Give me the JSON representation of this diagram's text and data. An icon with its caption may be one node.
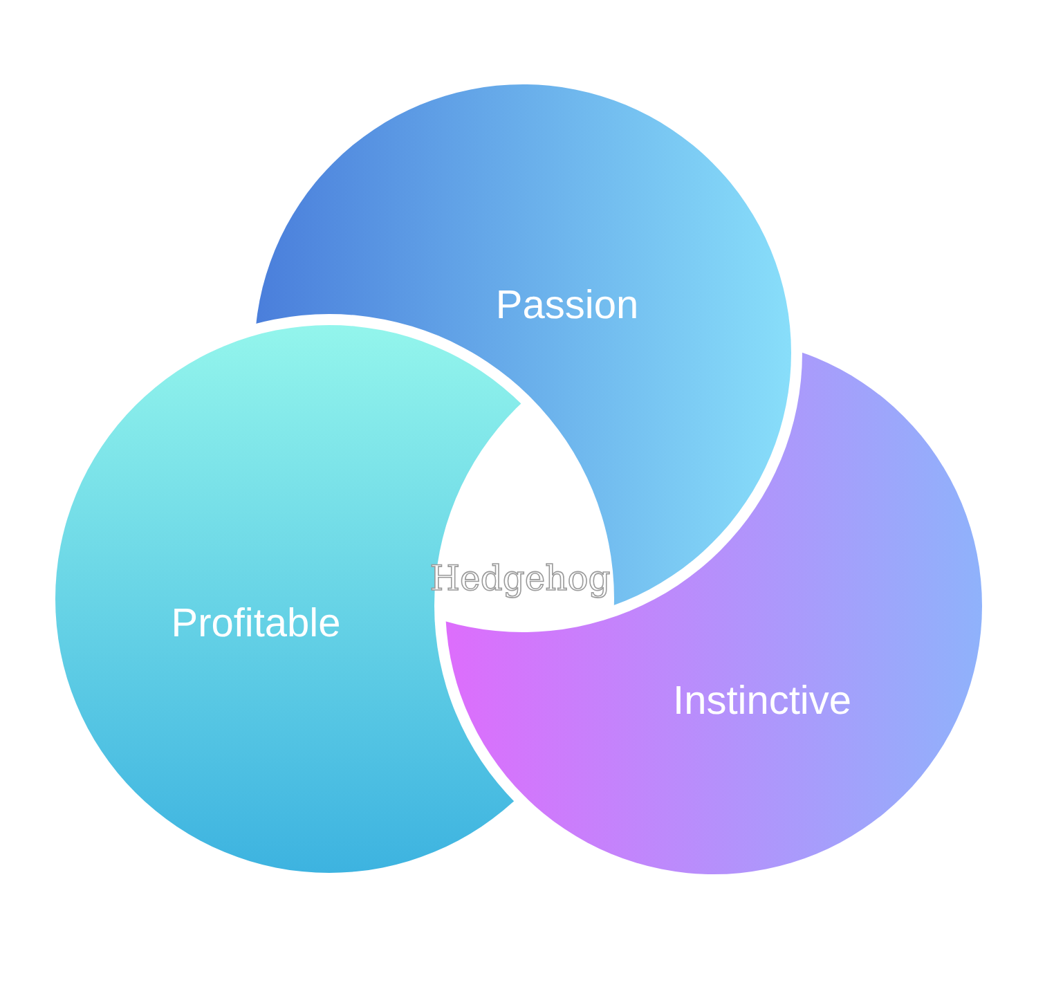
{
  "diagram": {
    "nodes": [
      {
        "text": [
          "Passion"
        ]
      },
      {
        "text": [
          "Profitable"
        ]
      },
      {
        "text": [
          "Instinctive"
        ]
      }
    ],
    "labels": [
      "Hedgehog"
    ]
  }
}
